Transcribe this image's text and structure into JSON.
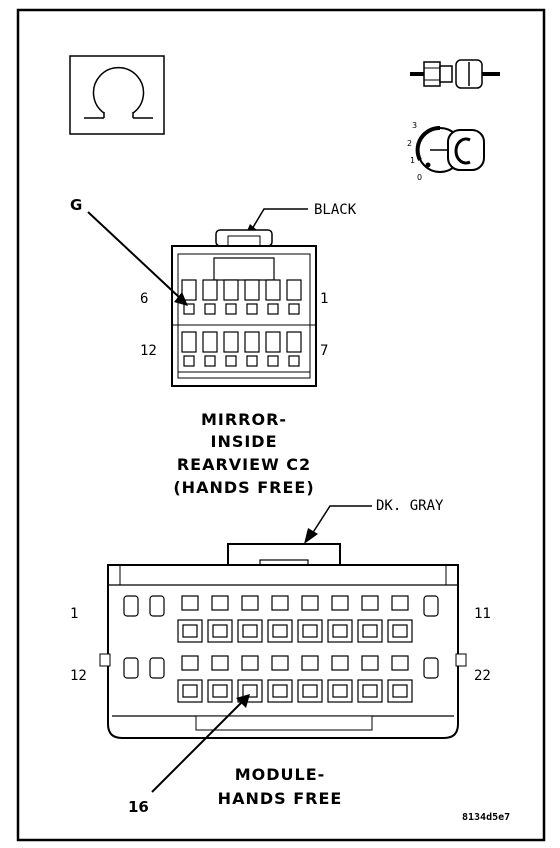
{
  "connector_top": {
    "color_label": "BLACK",
    "callout": "G",
    "pin_first_top": "6",
    "pin_last_top": "1",
    "pin_first_bottom": "12",
    "pin_last_bottom": "7",
    "title_lines": [
      "MIRROR-",
      "INSIDE",
      "REARVIEW C2",
      "(HANDS FREE)"
    ]
  },
  "connector_bottom": {
    "color_label": "DK. GRAY",
    "callout": "16",
    "pin_first_top": "1",
    "pin_last_top": "11",
    "pin_first_bottom": "12",
    "pin_last_bottom": "22",
    "title_lines": [
      "MODULE-",
      "HANDS FREE"
    ]
  },
  "ignition_positions": [
    "3",
    "2",
    "1",
    "0"
  ],
  "figure_code": "8134d5e7"
}
